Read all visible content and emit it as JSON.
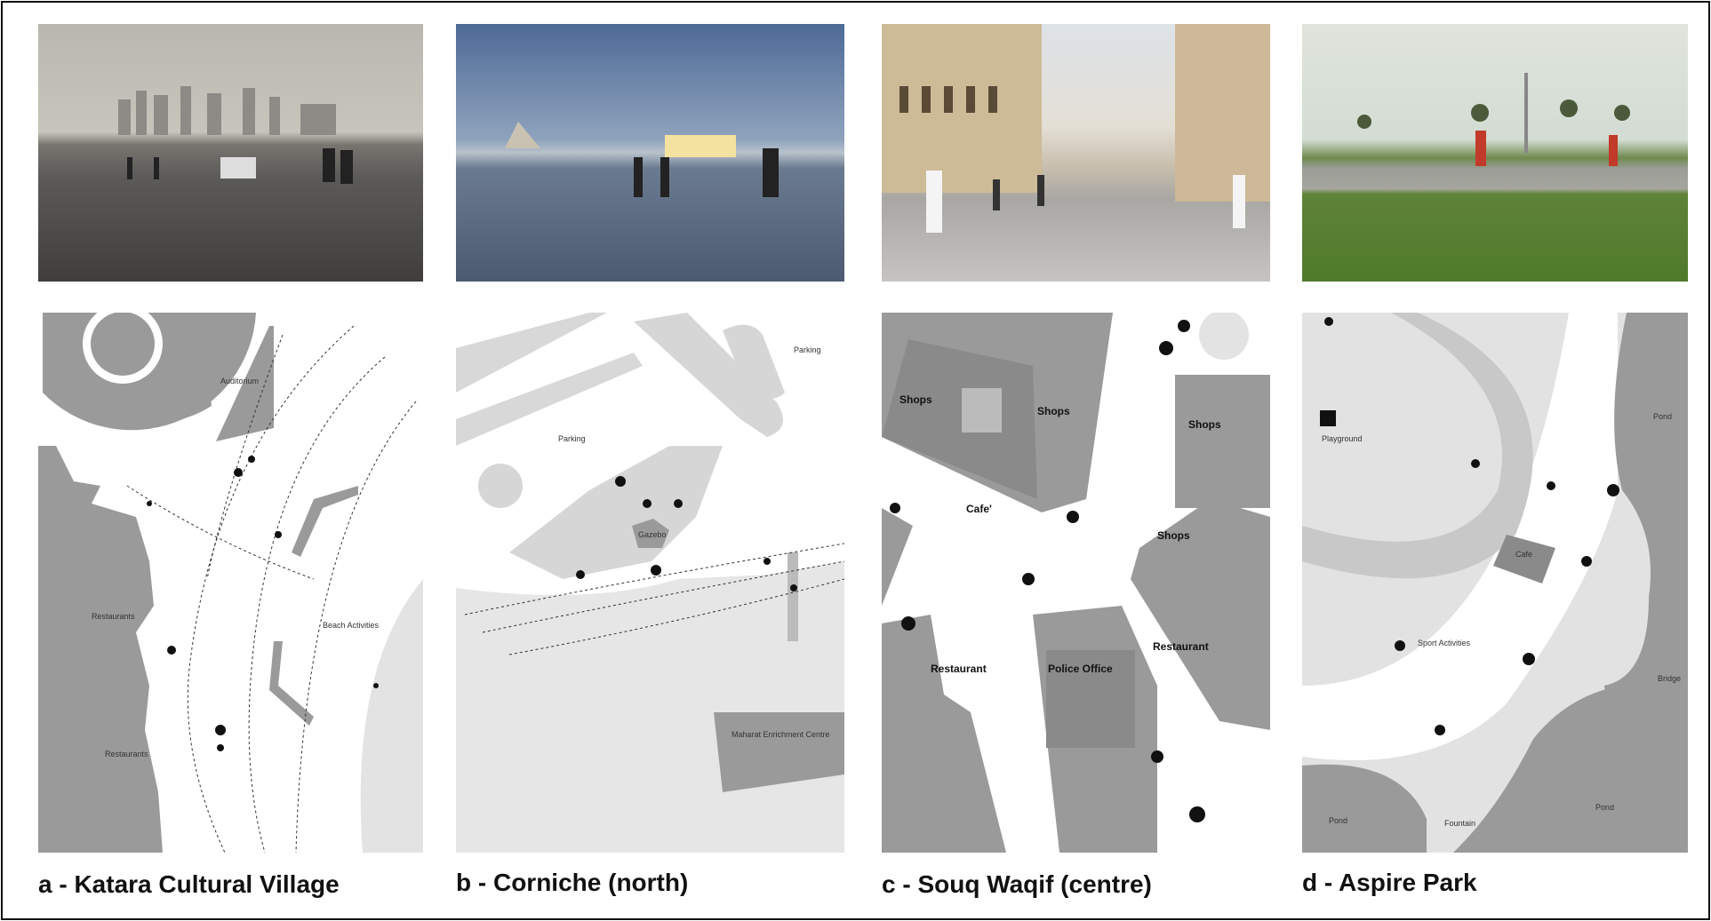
{
  "panels": [
    {
      "caption": "a - Katara Cultural Village",
      "map_labels": [
        "Auditorium",
        "Restaurants",
        "Restaurants",
        "Beach Activities"
      ]
    },
    {
      "caption": "b - Corniche (north)",
      "map_labels": [
        "Parking",
        "Parking",
        "Gazebo",
        "Maharat Enrichment Centre"
      ]
    },
    {
      "caption": "c - Souq Waqif (centre)",
      "map_labels": [
        "Shops",
        "Shops",
        "Shops",
        "Cafe'",
        "Shops",
        "Restaurant",
        "Police Office",
        "Restaurant"
      ]
    },
    {
      "caption": "d - Aspire Park",
      "map_labels": [
        "Playground",
        "Cafe",
        "Sport Activities",
        "Pond",
        "Bridge",
        "Pond",
        "Pond",
        "Fountain"
      ]
    }
  ],
  "colors": {
    "building": "#9a9a9a",
    "green": "#e2e2e2",
    "water": "#e8e8e8",
    "marker": "#111111"
  }
}
